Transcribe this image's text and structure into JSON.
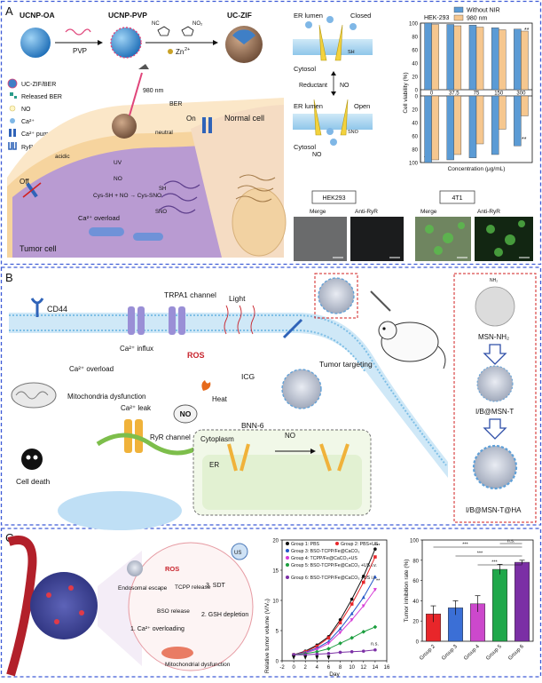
{
  "panels": {
    "A": {
      "letter": "A",
      "synthesis": {
        "ucnp_oa": "UCNP-OA",
        "ucnp_pvp": "UCNP-PVP",
        "uc_zif": "UC-ZIF",
        "pvp": "PVP",
        "zn": "Zn",
        "zn_sup": "2+",
        "imidazole_groups": [
          "NC",
          "NO₂"
        ]
      },
      "legend": [
        "UC-ZIF/BER",
        "Released BER",
        "NO",
        "Ca²⁺",
        "Ca²⁺ pump",
        "RyR channel"
      ],
      "cell_labels": {
        "nir": "980 nm",
        "ber": "BER",
        "on": "On",
        "neutral": "neutral",
        "normal_cell": "Normal cell",
        "acidic": "acidic",
        "off": "Off",
        "uv": "UV",
        "no": "NO",
        "reaction": "Cys-SH + NO → Cys-SNO",
        "sh": "SH",
        "sno": "SNO",
        "overload": "Ca²⁺ overload",
        "tumor_cell": "Tumor cell"
      },
      "mechanism": {
        "er_lumen_closed": "ER lumen",
        "closed": "Closed",
        "cytosol_top": "Cytosol",
        "reductant": "Reductant",
        "no": "NO",
        "er_lumen_open": "ER lumen",
        "open": "Open",
        "cytosol_bottom": "Cytosol",
        "no_bottom": "NO",
        "sh": "SH",
        "sno": "SNO",
        "ca": "Ca²⁺"
      },
      "micro": {
        "hek": "HEK293",
        "t41": "4T1",
        "merge": "Merge",
        "anti": "Anti-RyR"
      }
    },
    "B": {
      "letter": "B",
      "labels": {
        "cd44": "CD44",
        "trpa1": "TRPA1 channel",
        "light": "Light",
        "tumor_targeting": "Tumor targeting",
        "ca_influx": "Ca²⁺ influx",
        "ros": "ROS",
        "icg": "ICG",
        "ca_overload": "Ca²⁺ overload",
        "heat": "Heat",
        "mito": "Mitochondria dysfunction",
        "ca_leak": "Ca²⁺ leak",
        "no": "NO",
        "bnn6": "BNN-6",
        "ryr": "RyR channel",
        "cell_death": "Cell death",
        "cytoplasm": "Cytoplasm",
        "er": "ER",
        "no_arrow": "NO"
      },
      "side": {
        "msn_nh2": "MSN-NH₂",
        "ib_msn_t": "I/B@MSN-T",
        "ib_msn_t_ha": "I/B@MSN-T@HA",
        "nh2": "NH₂"
      }
    },
    "C": {
      "letter": "C",
      "labels": {
        "us": "US",
        "ros": "ROS",
        "endosomal": "Endosomal escape",
        "tcpp": "TCPP release",
        "sdt": "3. SDT",
        "bso": "BSO release",
        "gsh": "2. GSH depletion",
        "ca_overloading": "1. Ca²⁺ overloading",
        "mito": "Mitochondrial dysfunction"
      }
    }
  },
  "chart_data": [
    {
      "type": "bar",
      "panel": "A",
      "title": "HEK-293",
      "title_bottom": "4T1",
      "categories": [
        "0",
        "37.5",
        "75",
        "150",
        "300"
      ],
      "xlabel": "Concentration (μg/mL)",
      "ylabel": "Cell viability (%)",
      "top_ticks": [
        "100",
        "80",
        "60",
        "40",
        "20",
        "0"
      ],
      "bottom_ticks": [
        "0",
        "20",
        "40",
        "60",
        "80",
        "100"
      ],
      "ylim": [
        0,
        100
      ],
      "series": [
        {
          "name": "Without NIR",
          "color": "#5b9bd5",
          "hek293": [
            100,
            98,
            97,
            93,
            91
          ],
          "t41": [
            100,
            96,
            93,
            88,
            75
          ]
        },
        {
          "name": "980 nm",
          "color": "#f6c78f",
          "hek293": [
            98,
            96,
            94,
            90,
            88
          ],
          "t41": [
            96,
            88,
            72,
            50,
            30
          ]
        }
      ],
      "annotations": [
        "**",
        "**"
      ]
    },
    {
      "type": "line",
      "panel": "C",
      "xlabel": "Day",
      "ylabel": "Relative tumor volume (V/V₀)",
      "xlim": [
        -2,
        16
      ],
      "ylim": [
        0,
        20
      ],
      "xticks": [
        "-2",
        "0",
        "2",
        "4",
        "6",
        "8",
        "10",
        "12",
        "14",
        "16"
      ],
      "yticks": [
        "0",
        "5",
        "10",
        "15",
        "20"
      ],
      "x": [
        0,
        2,
        4,
        6,
        8,
        10,
        12,
        14
      ],
      "series": [
        {
          "name": "Group 1: PBS",
          "color": "#111111",
          "marker": "circle",
          "values": [
            1,
            1.6,
            2.6,
            4.0,
            6.8,
            10.2,
            14.0,
            18.5
          ]
        },
        {
          "name": "Group 2: PBS+US",
          "color": "#e8262a",
          "marker": "square",
          "values": [
            1,
            1.5,
            2.4,
            3.8,
            6.3,
            9.4,
            13.0,
            17.2
          ]
        },
        {
          "name": "Group 3: BSO-TCPP/Fe@CaCO₃",
          "color": "#2456c8",
          "marker": "triangle",
          "values": [
            1,
            1.4,
            2.1,
            3.2,
            5.3,
            7.8,
            10.5,
            13.9
          ]
        },
        {
          "name": "Group 4: TCPP/Fe@CaCO₃+US",
          "color": "#d63bd6",
          "marker": "triangle-down",
          "values": [
            1,
            1.3,
            1.9,
            2.9,
            4.7,
            6.8,
            9.1,
            11.8
          ]
        },
        {
          "name": "Group 5: BSO-TCPP/Fe@CaCO₃ +US i.v.",
          "color": "#1b9e3e",
          "marker": "diamond",
          "values": [
            1,
            1.2,
            1.5,
            2.0,
            2.9,
            3.8,
            4.8,
            5.6
          ]
        },
        {
          "name": "Group 6: BSO-TCPP/Fe@CaCO₃ +US i.t.",
          "color": "#7b2fa5",
          "marker": "circle",
          "values": [
            1,
            1.0,
            1.1,
            1.2,
            1.4,
            1.5,
            1.6,
            1.8
          ]
        }
      ],
      "annotations": [
        "***",
        "**",
        "n.s."
      ]
    },
    {
      "type": "bar",
      "panel": "C",
      "ylabel": "Tumor inhibition rate (%)",
      "ylim": [
        0,
        100
      ],
      "yticks": [
        "0",
        "20",
        "40",
        "60",
        "80",
        "100"
      ],
      "categories": [
        "Group 2",
        "Group 3",
        "Group 4",
        "Group 5",
        "Group 6"
      ],
      "values": [
        27,
        33,
        37,
        71,
        78
      ],
      "errors": [
        8,
        7,
        8,
        5,
        2
      ],
      "colors": [
        "#e8262a",
        "#3b6fd6",
        "#cc48cc",
        "#1fa84a",
        "#7b2fa5"
      ],
      "annotations": [
        "***",
        "***",
        "***",
        "n.s."
      ]
    }
  ]
}
